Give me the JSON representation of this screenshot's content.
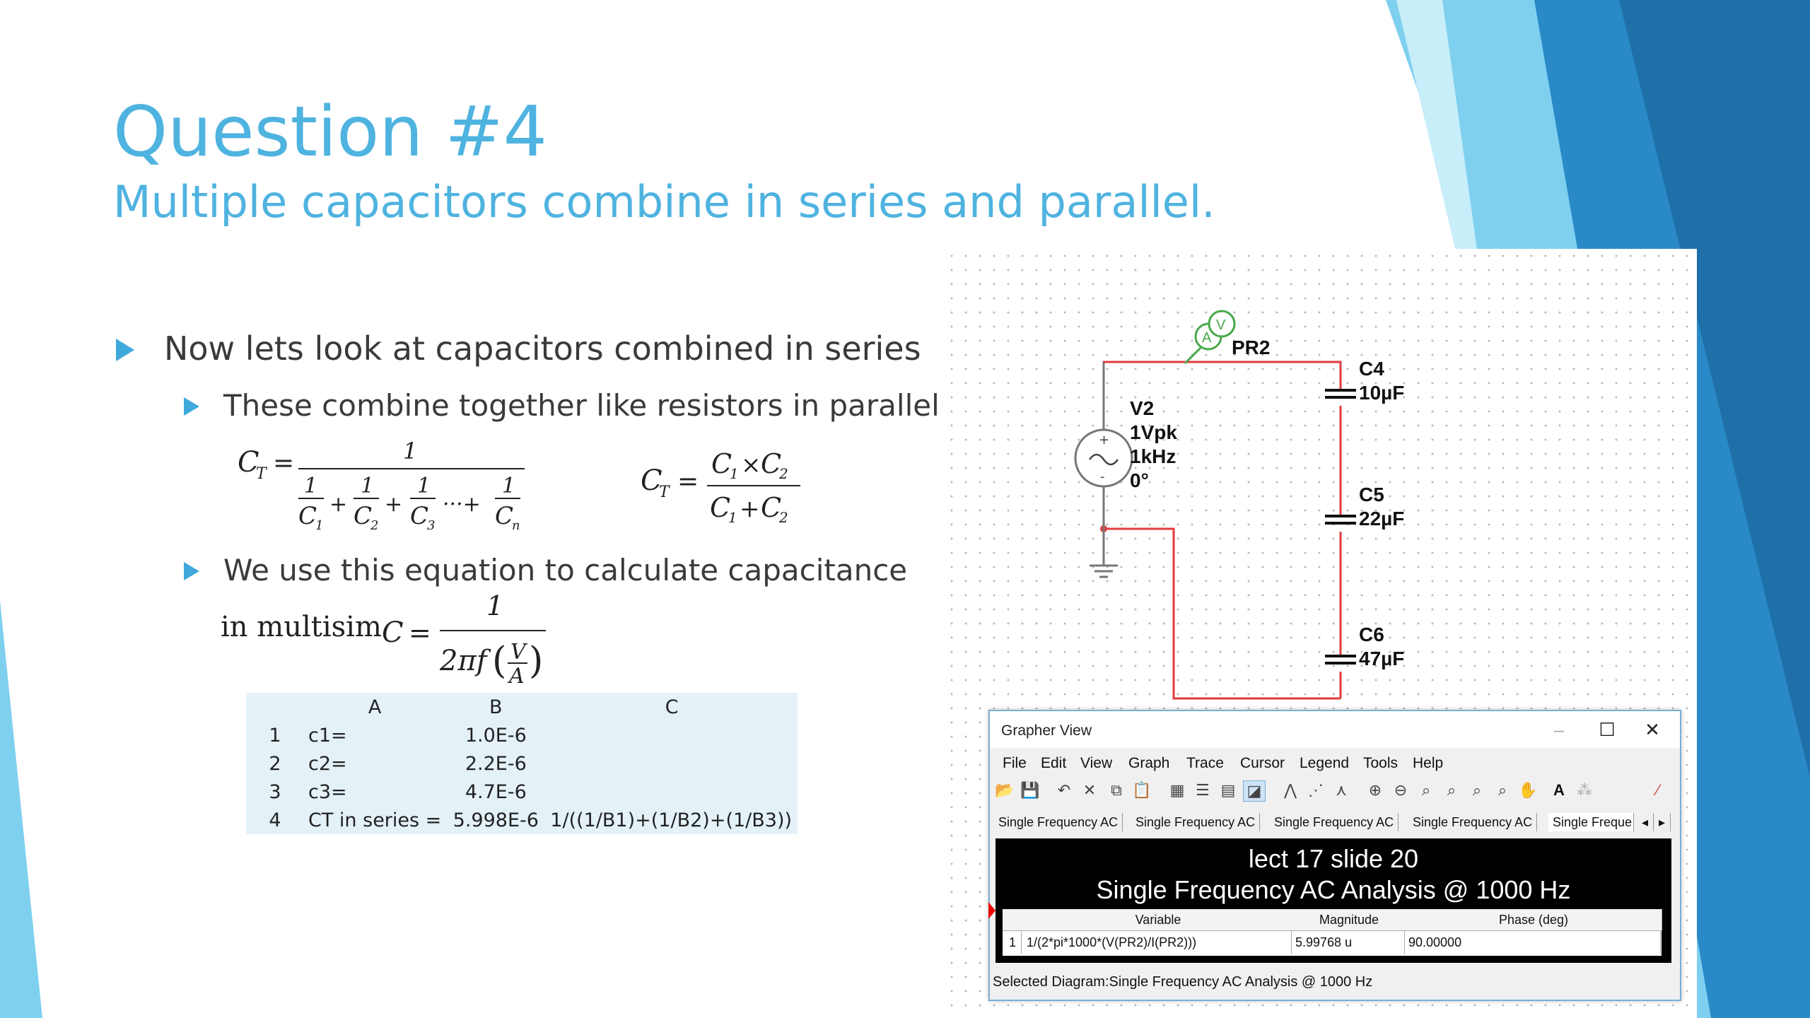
{
  "slide": {
    "title": "Question #4",
    "subtitle": "Multiple capacitors combine in series and parallel.",
    "bullets": [
      {
        "text": "Now lets look at capacitors combined in series"
      },
      {
        "text": "These combine together like resistors in parallel"
      },
      {
        "text": "We use this equation to calculate capacitance"
      }
    ],
    "in_multisim": "in multisim"
  },
  "spreadsheet": {
    "columns": [
      "A",
      "B",
      "C"
    ],
    "rows": [
      {
        "n": "1",
        "a": "c1=",
        "b": "1.0E-6",
        "c": ""
      },
      {
        "n": "2",
        "a": "c2=",
        "b": "2.2E-6",
        "c": ""
      },
      {
        "n": "3",
        "a": "c3=",
        "b": "4.7E-6",
        "c": ""
      },
      {
        "n": "4",
        "a": "CT in series =",
        "b": "5.998E-6",
        "c": "1/((1/B1)+(1/B2)+(1/B3))"
      }
    ]
  },
  "circuit": {
    "probe": "PR2",
    "source": {
      "name": "V2",
      "amplitude": "1Vpk",
      "frequency": "1kHz",
      "phase": "0°"
    },
    "capacitors": [
      {
        "name": "C4",
        "value": "10µF"
      },
      {
        "name": "C5",
        "value": "22µF"
      },
      {
        "name": "C6",
        "value": "47µF"
      }
    ]
  },
  "grapher": {
    "title": "Grapher View",
    "menu": [
      "File",
      "Edit",
      "View",
      "Graph",
      "Trace",
      "Cursor",
      "Legend",
      "Tools",
      "Help"
    ],
    "tabs": [
      "Single Frequency AC",
      "Single Frequency AC",
      "Single Frequency AC",
      "Single Frequency AC",
      "Single Freque"
    ],
    "plot_title1": "lect 17 slide 20",
    "plot_title2": "Single Frequency AC Analysis @ 1000 Hz",
    "columns": [
      "Variable",
      "Magnitude",
      "Phase (deg)"
    ],
    "row": {
      "n": "1",
      "variable": "1/(2*pi*1000*(V(PR2)/I(PR2)))",
      "magnitude": "5.99768 u",
      "phase": "90.00000"
    },
    "status": "Selected Diagram:Single Frequency AC Analysis @ 1000 Hz"
  },
  "colors": {
    "accent": "#4fb3e0",
    "wire": "#e23b3b",
    "deco_light": "#7fd0ef",
    "deco_dark": "#1f6fa8"
  }
}
